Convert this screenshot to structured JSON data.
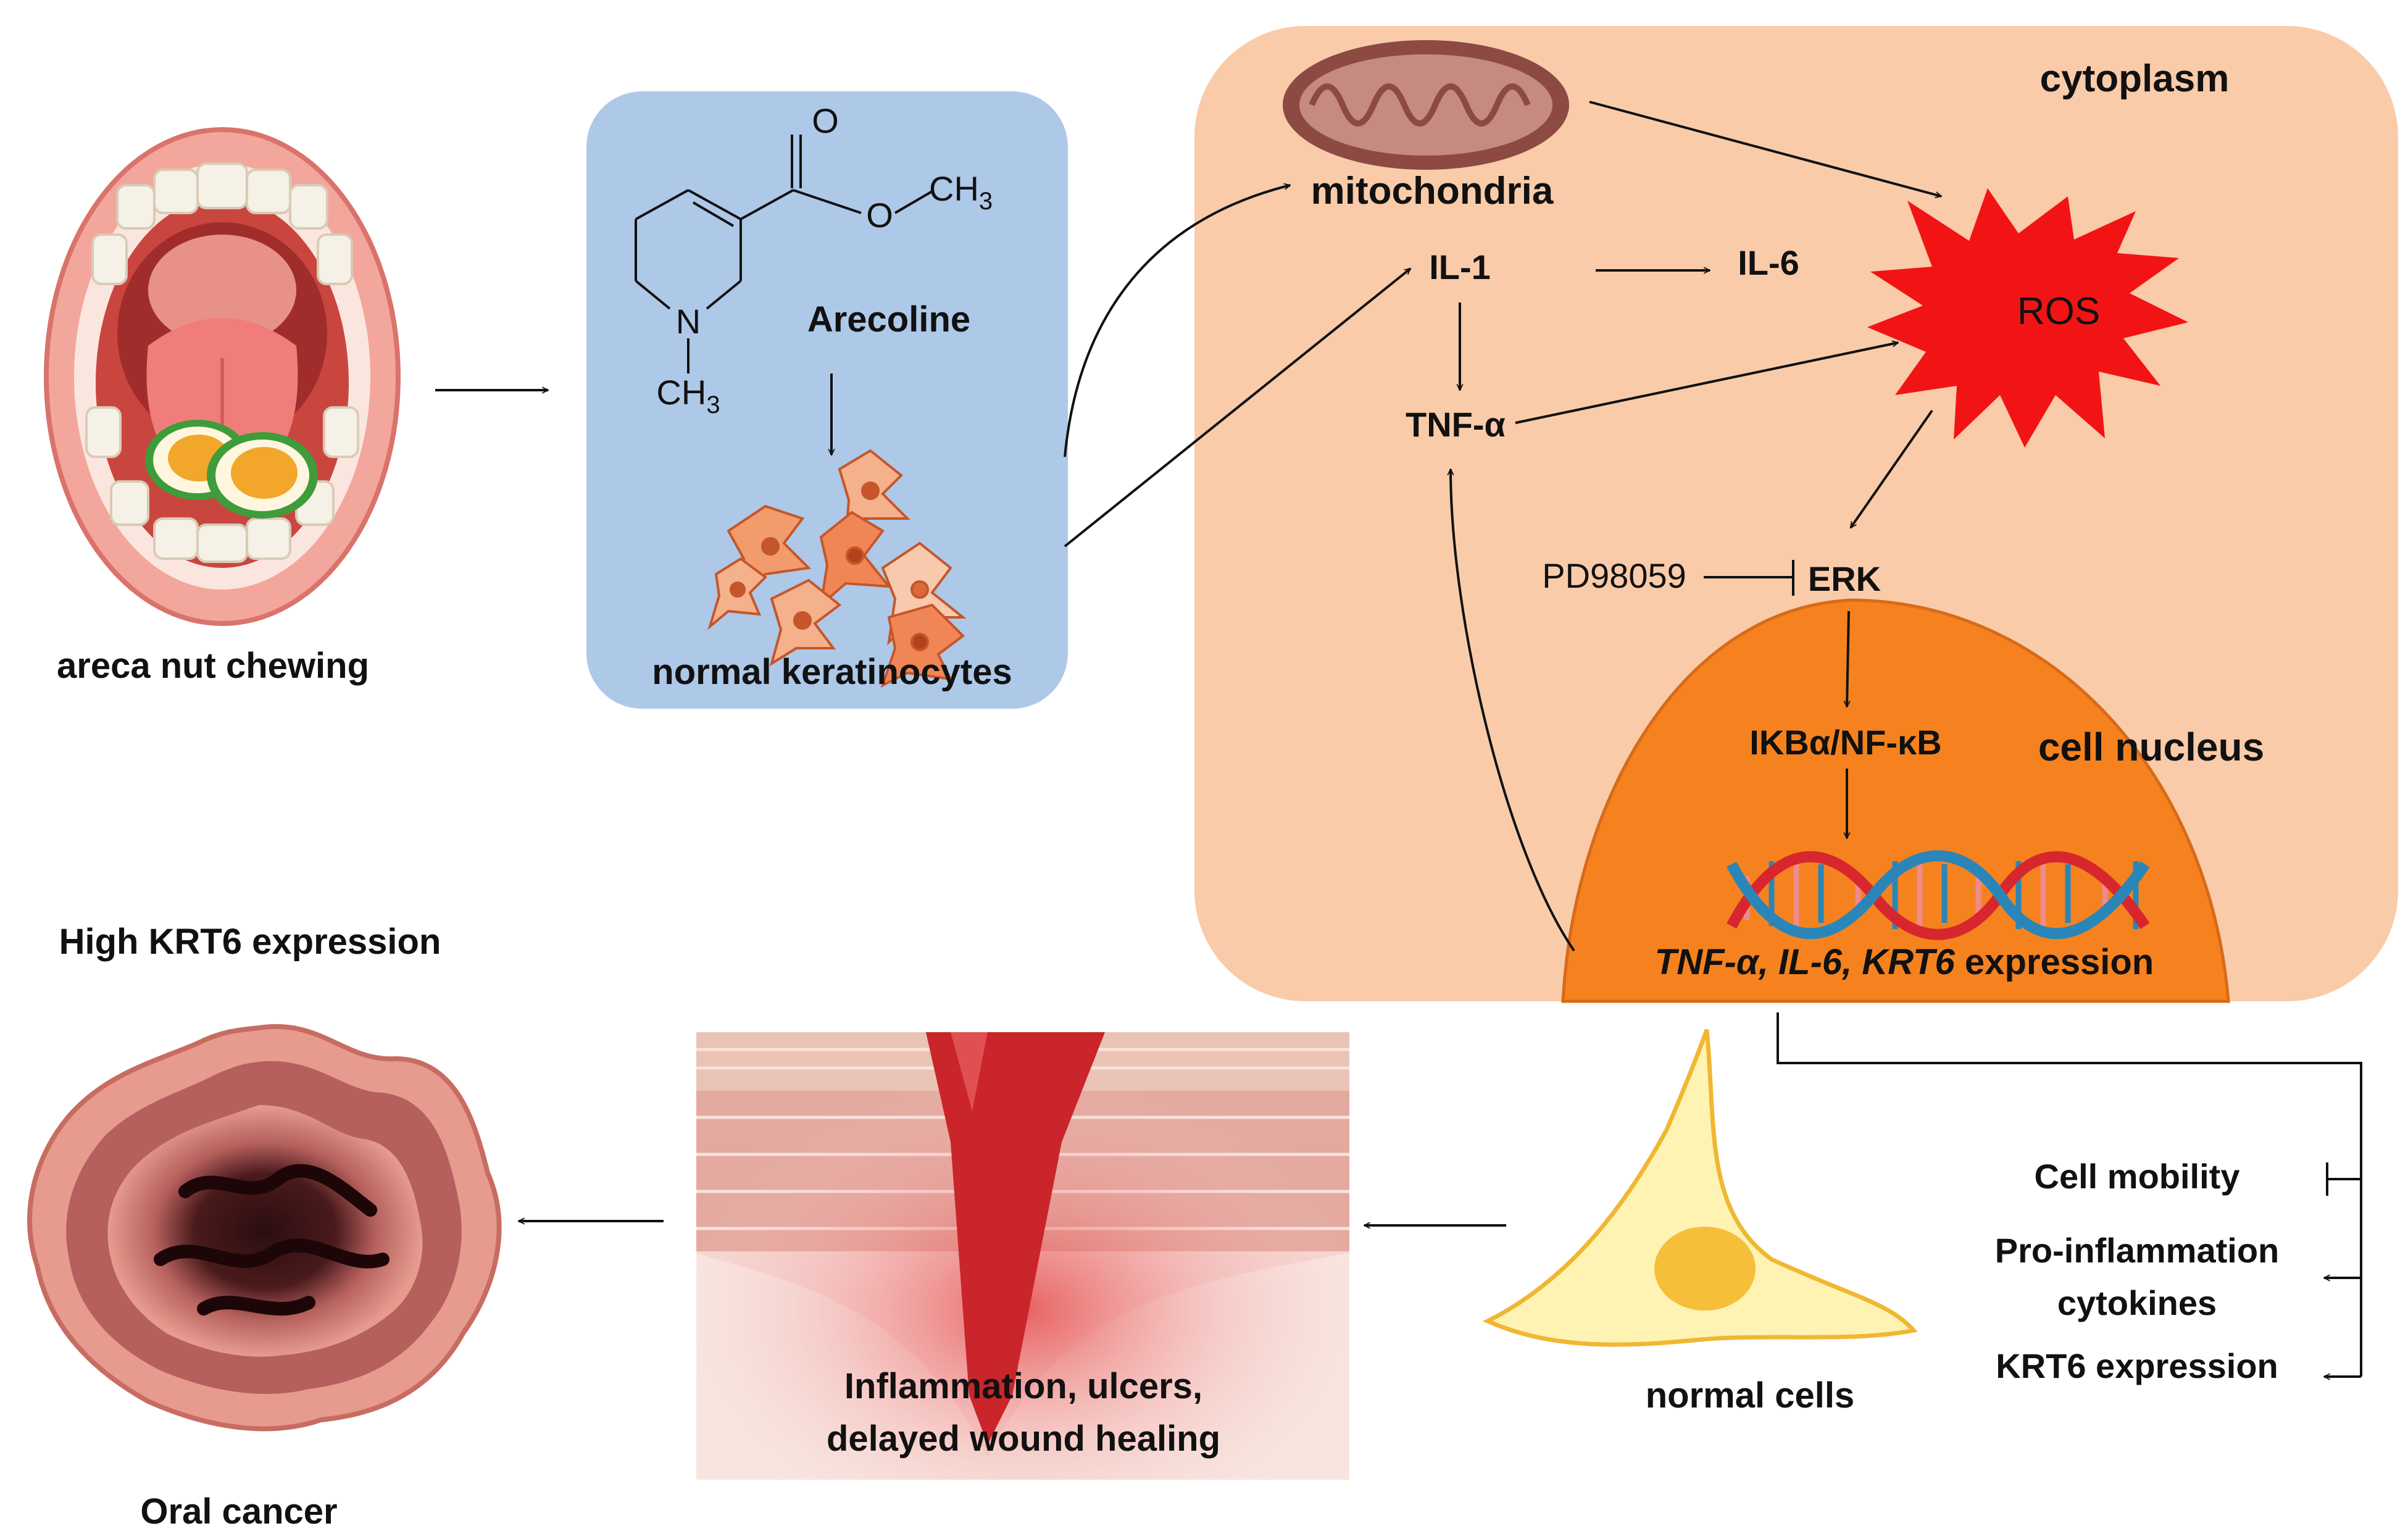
{
  "labels": {
    "areca_nut_chewing": "areca nut chewing",
    "arecoline": "Arecoline",
    "normal_keratinocytes": "normal keratinocytes",
    "cytoplasm": "cytoplasm",
    "mitochondria": "mitochondria",
    "il1": "IL-1",
    "il6": "IL-6",
    "tnf": "TNF-α",
    "ros": "ROS",
    "pd98059": "PD98059",
    "erk": "ERK",
    "ikb_nfkb": "IKBα/NF-κB",
    "cell_nucleus": "cell nucleus",
    "expression_genes": "TNF-α, IL-6, KRT6",
    "expression_word": " expression",
    "high_krt6": "High KRT6 expression",
    "oral_cancer": "Oral cancer",
    "inflammation_line1": "Inflammation, ulcers,",
    "inflammation_line2": "delayed wound healing",
    "normal_cells": "normal cells",
    "cell_mobility": "Cell mobility",
    "proinflam_line1": "Pro-inflammation",
    "proinflam_line2": "cytokines",
    "krt6_expression": "KRT6 expression"
  },
  "chemistry": {
    "carbonyl_o": "O",
    "ester_o": "O",
    "ch3_top": "CH",
    "ch3_top_sub": "3",
    "nitrogen": "N",
    "ch3_bottom": "CH",
    "ch3_bottom_sub": "3"
  },
  "colors": {
    "arecoline_panel": "#aec8e8",
    "cytoplasm_panel": "#f9cba9",
    "nucleus": "#f5821f",
    "ros": "#f21414",
    "dna_red": "#d7262e",
    "dna_blue": "#2a86b8",
    "wound": "#c9252b",
    "normal_cell_fill": "#fff3b3",
    "normal_cell_nucleus": "#f7be3a"
  }
}
